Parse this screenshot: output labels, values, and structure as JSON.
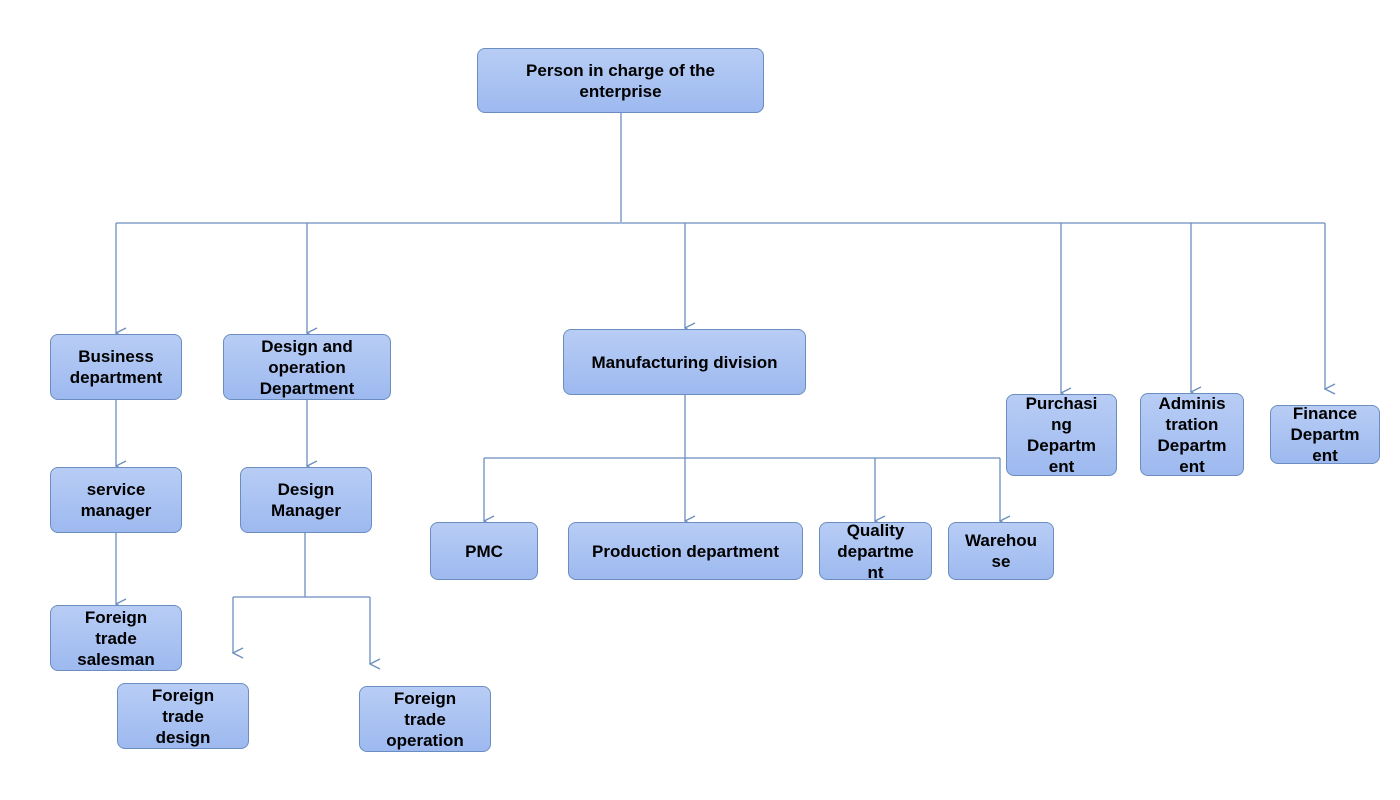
{
  "colors": {
    "line": "#6c8ebf",
    "box_top": "#b8cdf5",
    "box_bottom": "#9db9ef",
    "box_border": "#6c8ebf"
  },
  "nodes": {
    "ceo": {
      "lines": [
        "Person in charge of the",
        "enterprise"
      ]
    },
    "business": {
      "lines": [
        "Business",
        "department"
      ]
    },
    "design_ops": {
      "lines": [
        "Design and",
        "operation",
        "Department"
      ]
    },
    "manufacturing": {
      "lines": [
        "Manufacturing division"
      ]
    },
    "purchasing": {
      "lines": [
        "Purchasi",
        "ng",
        "Departm",
        "ent"
      ]
    },
    "administration": {
      "lines": [
        "Adminis",
        "tration",
        "Departm",
        "ent"
      ]
    },
    "finance": {
      "lines": [
        "Finance",
        "Departm",
        "ent"
      ]
    },
    "service_manager": {
      "lines": [
        "service",
        "manager"
      ]
    },
    "design_manager": {
      "lines": [
        "Design",
        "Manager"
      ]
    },
    "foreign_trade_salesman": {
      "lines": [
        "Foreign",
        "trade",
        "salesman"
      ]
    },
    "foreign_trade_design": {
      "lines": [
        "Foreign",
        "trade",
        "design"
      ]
    },
    "foreign_trade_operation": {
      "lines": [
        "Foreign",
        "trade",
        "operation"
      ]
    },
    "pmc": {
      "lines": [
        "PMC"
      ]
    },
    "production": {
      "lines": [
        "Production department"
      ]
    },
    "quality": {
      "lines": [
        "Quality",
        "departme",
        "nt"
      ]
    },
    "warehouse": {
      "lines": [
        "Warehou",
        "se"
      ]
    }
  }
}
